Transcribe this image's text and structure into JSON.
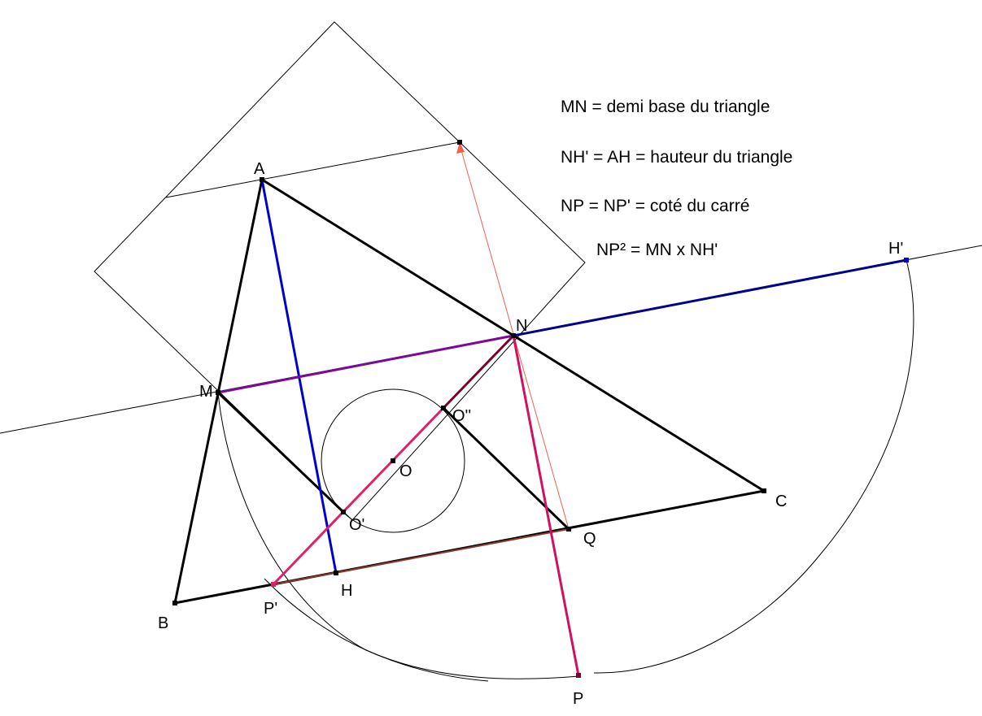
{
  "figure": {
    "notes": [
      "MN = demi base du triangle",
      "NH' = AH = hauteur du triangle",
      "NP = NP' = coté du carré",
      "NP² = MN x NH'"
    ],
    "point_labels": {
      "A": "A",
      "B": "B",
      "C": "C",
      "M": "M",
      "N": "N",
      "H": "H",
      "Hp": "H'",
      "O": "O",
      "Op": "O'",
      "Opp": "O''",
      "P": "P",
      "Pp": "P'",
      "Q": "Q"
    },
    "colors": {
      "triangle": "#000000",
      "height": "#0000cc",
      "nh_prime": "#00008b",
      "mn": "#7a0a9a",
      "pink": "#e0206a",
      "dark_red": "#7a0030",
      "salmon": "#f06050",
      "thin": "#000000"
    }
  }
}
